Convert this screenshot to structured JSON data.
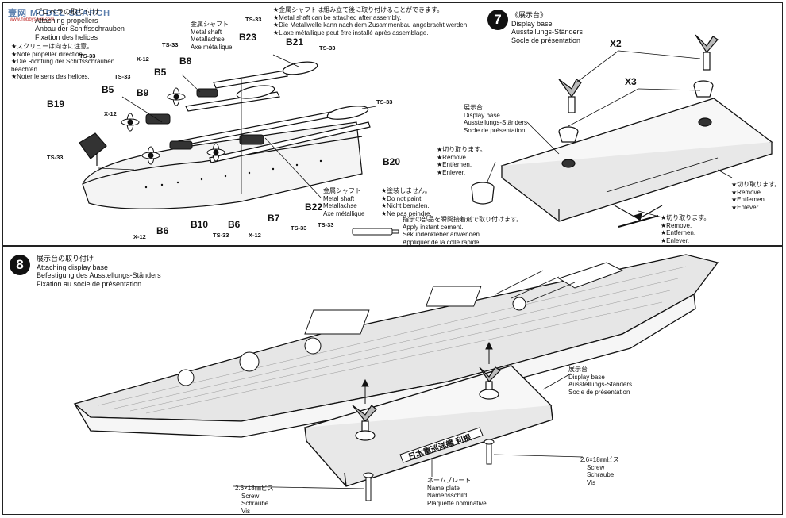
{
  "watermark": {
    "text": "壹网 MODEL SEARCH",
    "sub": "www.hobbyseek.com"
  },
  "step6": {
    "title_lines": [
      "プロペラの取り付け",
      "Attaching propellers",
      "Anbau der Schiffsschrauben",
      "Fixation des helices"
    ],
    "note_lines": [
      "★スクリューは向きに注意。",
      "★Note propeller direction.",
      "★Die Richtung der Schiffsschrauben",
      "beachten.",
      "★Noter le sens des helices."
    ],
    "shaft_note_lines": [
      "★金属シャフトは組み立て後に取り付けることができます。",
      "★Metal shaft can be attached after assembly.",
      "★Die Metallwelle kann nach dem Zusammenbau angebracht werden.",
      "★L'axe métallique peut être installé après assemblage."
    ],
    "shaft_label_top": [
      "金属シャフト",
      "Metal shaft",
      "Metallachse",
      "Axe métallique"
    ],
    "shaft_label_bottom": [
      "金属シャフト",
      "Metal shaft",
      "Metallachse",
      "Axe métallique"
    ],
    "paint_note": [
      "★塗装しません。",
      "★Do not paint.",
      "★Nicht bemalen.",
      "★Ne pas peindre."
    ],
    "cement_note": [
      "指示の部品を瞬間接着剤で取り付けます。",
      "Apply instant cement.",
      "Sekundenkleber anwenden.",
      "Appliquer de la colle rapide."
    ],
    "parts": [
      "B19",
      "B5",
      "B9",
      "B8",
      "B5",
      "B23",
      "B21",
      "B20",
      "B22",
      "B7",
      "B6",
      "B10",
      "B6"
    ],
    "fasteners": [
      "TS-33",
      "X-12",
      "TS-33",
      "TS-33",
      "X-12",
      "TS-33",
      "TS-33",
      "TS-33",
      "TS-33",
      "TS-33",
      "TS-33",
      "X-12",
      "X-12",
      "TS-33"
    ]
  },
  "step7": {
    "number": "7",
    "title_lines": [
      "《展示台》",
      "Display base",
      "Ausstellungs-Ständers",
      "Socle de présentation"
    ],
    "base_label": [
      "展示台",
      "Display base",
      "Ausstellungs-Ständers",
      "Socle de présentation"
    ],
    "qty_x2": "X2",
    "qty_x3": "X3",
    "remove_left": [
      "★切り取ります。",
      "★Remove.",
      "★Entfernen.",
      "★Enlever."
    ],
    "remove_right": [
      "★切り取ります。",
      "★Remove.",
      "★Entfernen.",
      "★Enlever."
    ],
    "remove_bottom": [
      "★切り取ります。",
      "★Remove.",
      "★Entfernen.",
      "★Enlever."
    ]
  },
  "step8": {
    "number": "8",
    "title_lines": [
      "展示台の取り付け",
      "Attaching display base",
      "Befestigung des Ausstellungs-Ständers",
      "Fixation au socle de présentation"
    ],
    "base_label": [
      "展示台",
      "Display base",
      "Ausstellungs-Ständers",
      "Socle de présentation"
    ],
    "screw_right": [
      "2.6×18㎜ビス",
      "Screw",
      "Schraube",
      "Vis"
    ],
    "screw_left": [
      "2.6×18㎜ビス",
      "Screw",
      "Schraube",
      "Vis"
    ],
    "nameplate_label": [
      "ネームプレート",
      "Name plate",
      "Namensschild",
      "Plaquette nominative"
    ],
    "nameplate_text": "日本重巡洋艦 利根"
  },
  "colors": {
    "line": "#111111",
    "hull": "#f4f4f4",
    "deck": "#e6e6e6",
    "watermark": "#5c7fae"
  }
}
